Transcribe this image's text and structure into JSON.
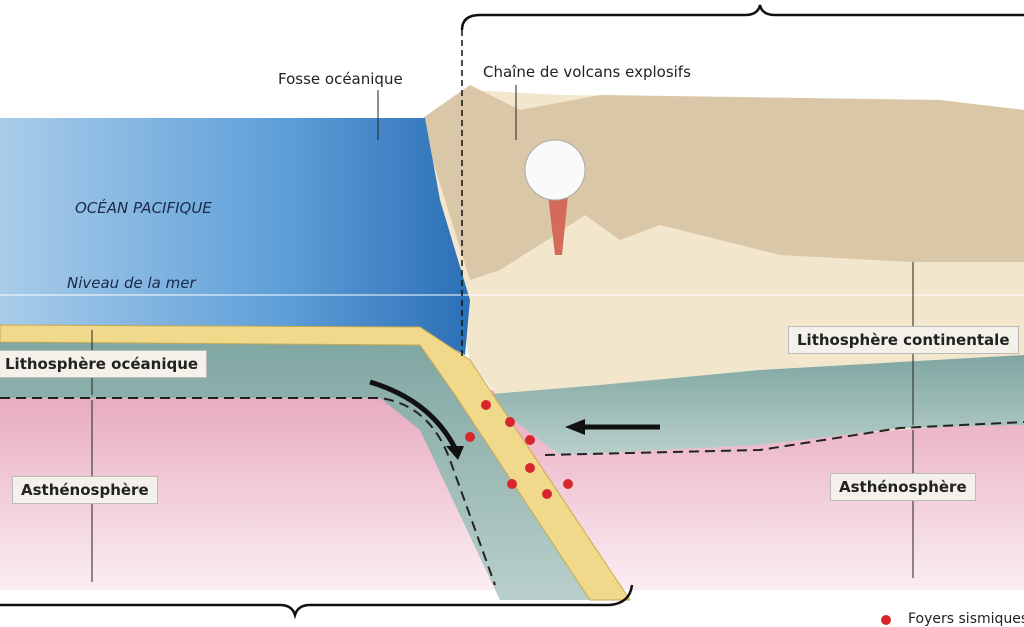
{
  "labels": {
    "trench": "Fosse océanique",
    "volcanoes": "Chaîne de volcans explosifs",
    "ocean": "OCÉAN PACIFIQUE",
    "sea_level": "Niveau de la mer",
    "oceanic_lithosphere": "Lithosphère océanique",
    "asthenosphere_left": "Asthénosphère",
    "continental_lithosphere": "Lithosphère continentale",
    "asthenosphere_right": "Asthénosphère",
    "legend_seismic": "Foyers sismiques"
  },
  "colors": {
    "ocean": "#5b9bd5",
    "oceanic_crust": "#f0d98a",
    "lithosphere": "#8fb0ab",
    "asthenosphere": "#eab8c8",
    "continent": "#e8dcc4",
    "seismic_star": "#d8262e"
  }
}
